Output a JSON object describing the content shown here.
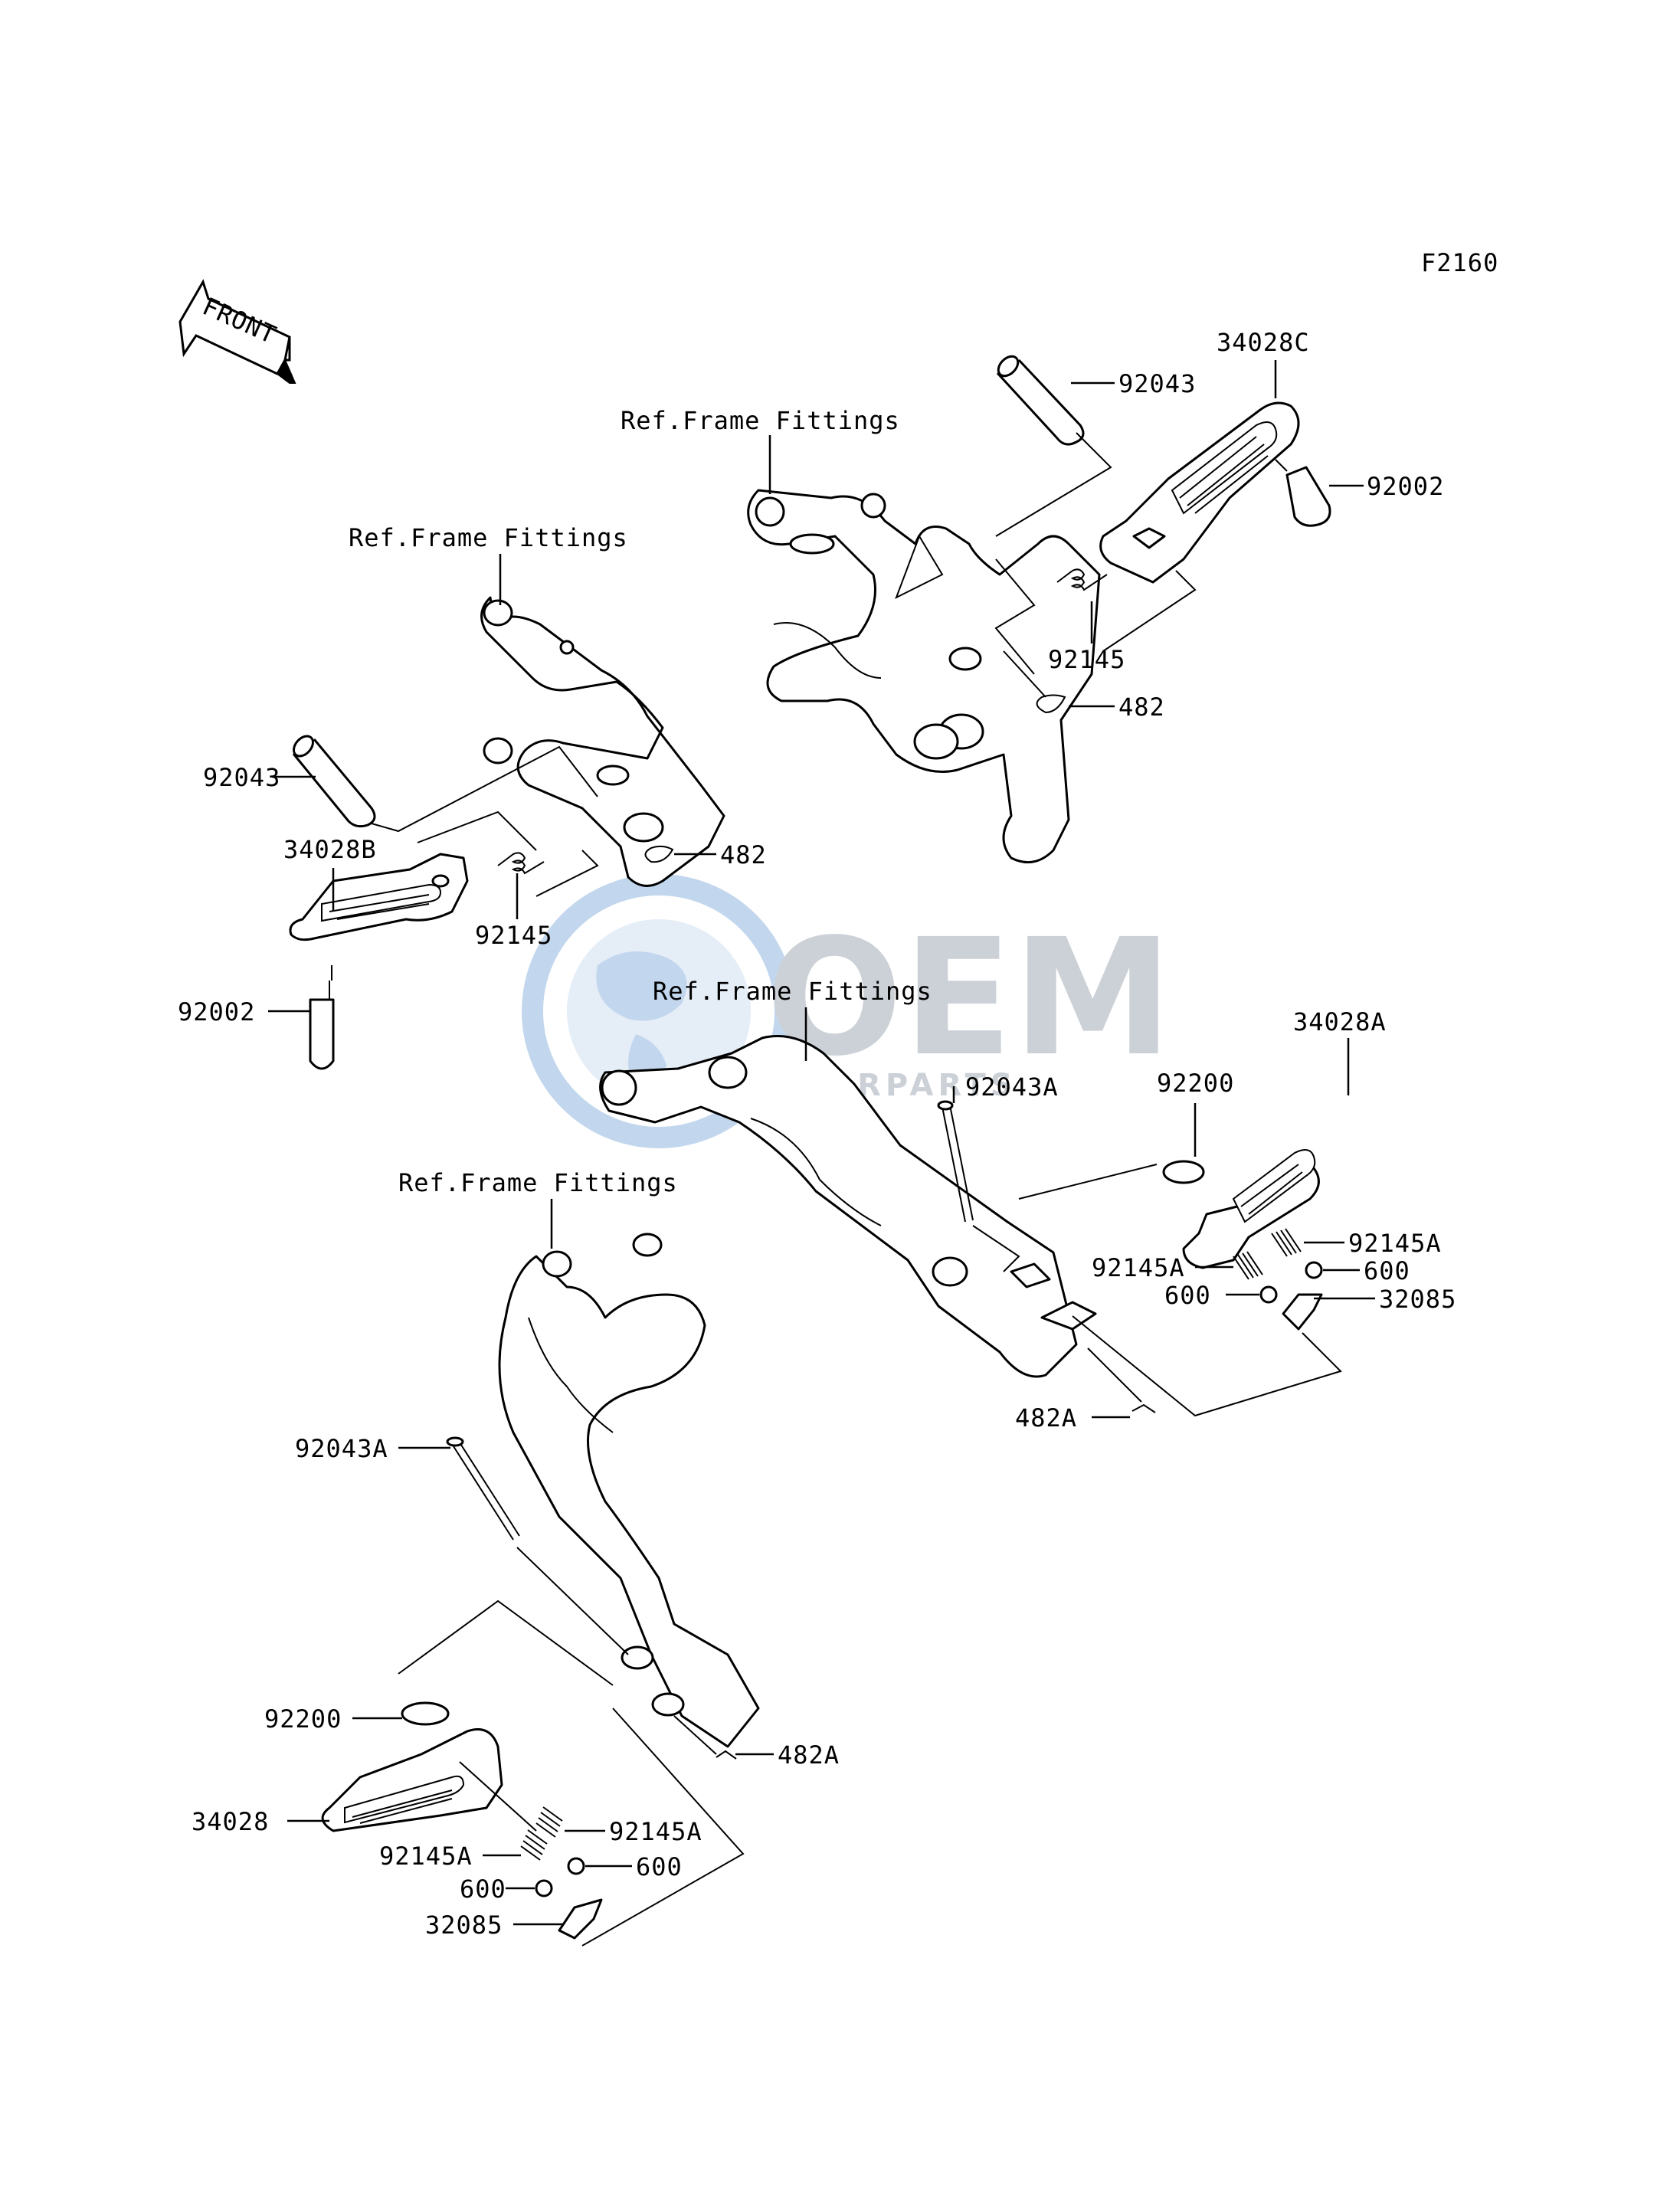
{
  "diagram_code": "F2160",
  "front_arrow": {
    "label": "FRONT",
    "icon": "front-direction-arrow-icon"
  },
  "watermark": {
    "brand": "OEM",
    "sub": "MOTORPARTS",
    "color": "#7aa7d8"
  },
  "references": {
    "ref_top_right": "Ref.Frame Fittings",
    "ref_top_left": "Ref.Frame Fittings",
    "ref_center": "Ref.Frame Fittings",
    "ref_bottom_left": "Ref.Frame Fittings"
  },
  "labels": {
    "p92043_tr": "92043",
    "p34028C": "34028C",
    "p92002_tr": "92002",
    "p92145_tr": "92145",
    "p482_tr": "482",
    "p92043_l": "92043",
    "p34028B": "34028B",
    "p482_l": "482",
    "p92145_l": "92145",
    "p92002_l": "92002",
    "p92043A_c": "92043A",
    "p34028A": "34028A",
    "p92200_r": "92200",
    "p92145A_r1": "92145A",
    "p92145A_r2": "92145A",
    "p600_r1": "600",
    "p600_r2": "600",
    "p32085_r": "32085",
    "p482A_r": "482A",
    "p92043A_l": "92043A",
    "p482A_l": "482A",
    "p92200_l": "92200",
    "p34028": "34028",
    "p92145A_l1": "92145A",
    "p92145A_l2": "92145A",
    "p600_l1": "600",
    "p600_l2": "600",
    "p32085_l": "32085"
  }
}
